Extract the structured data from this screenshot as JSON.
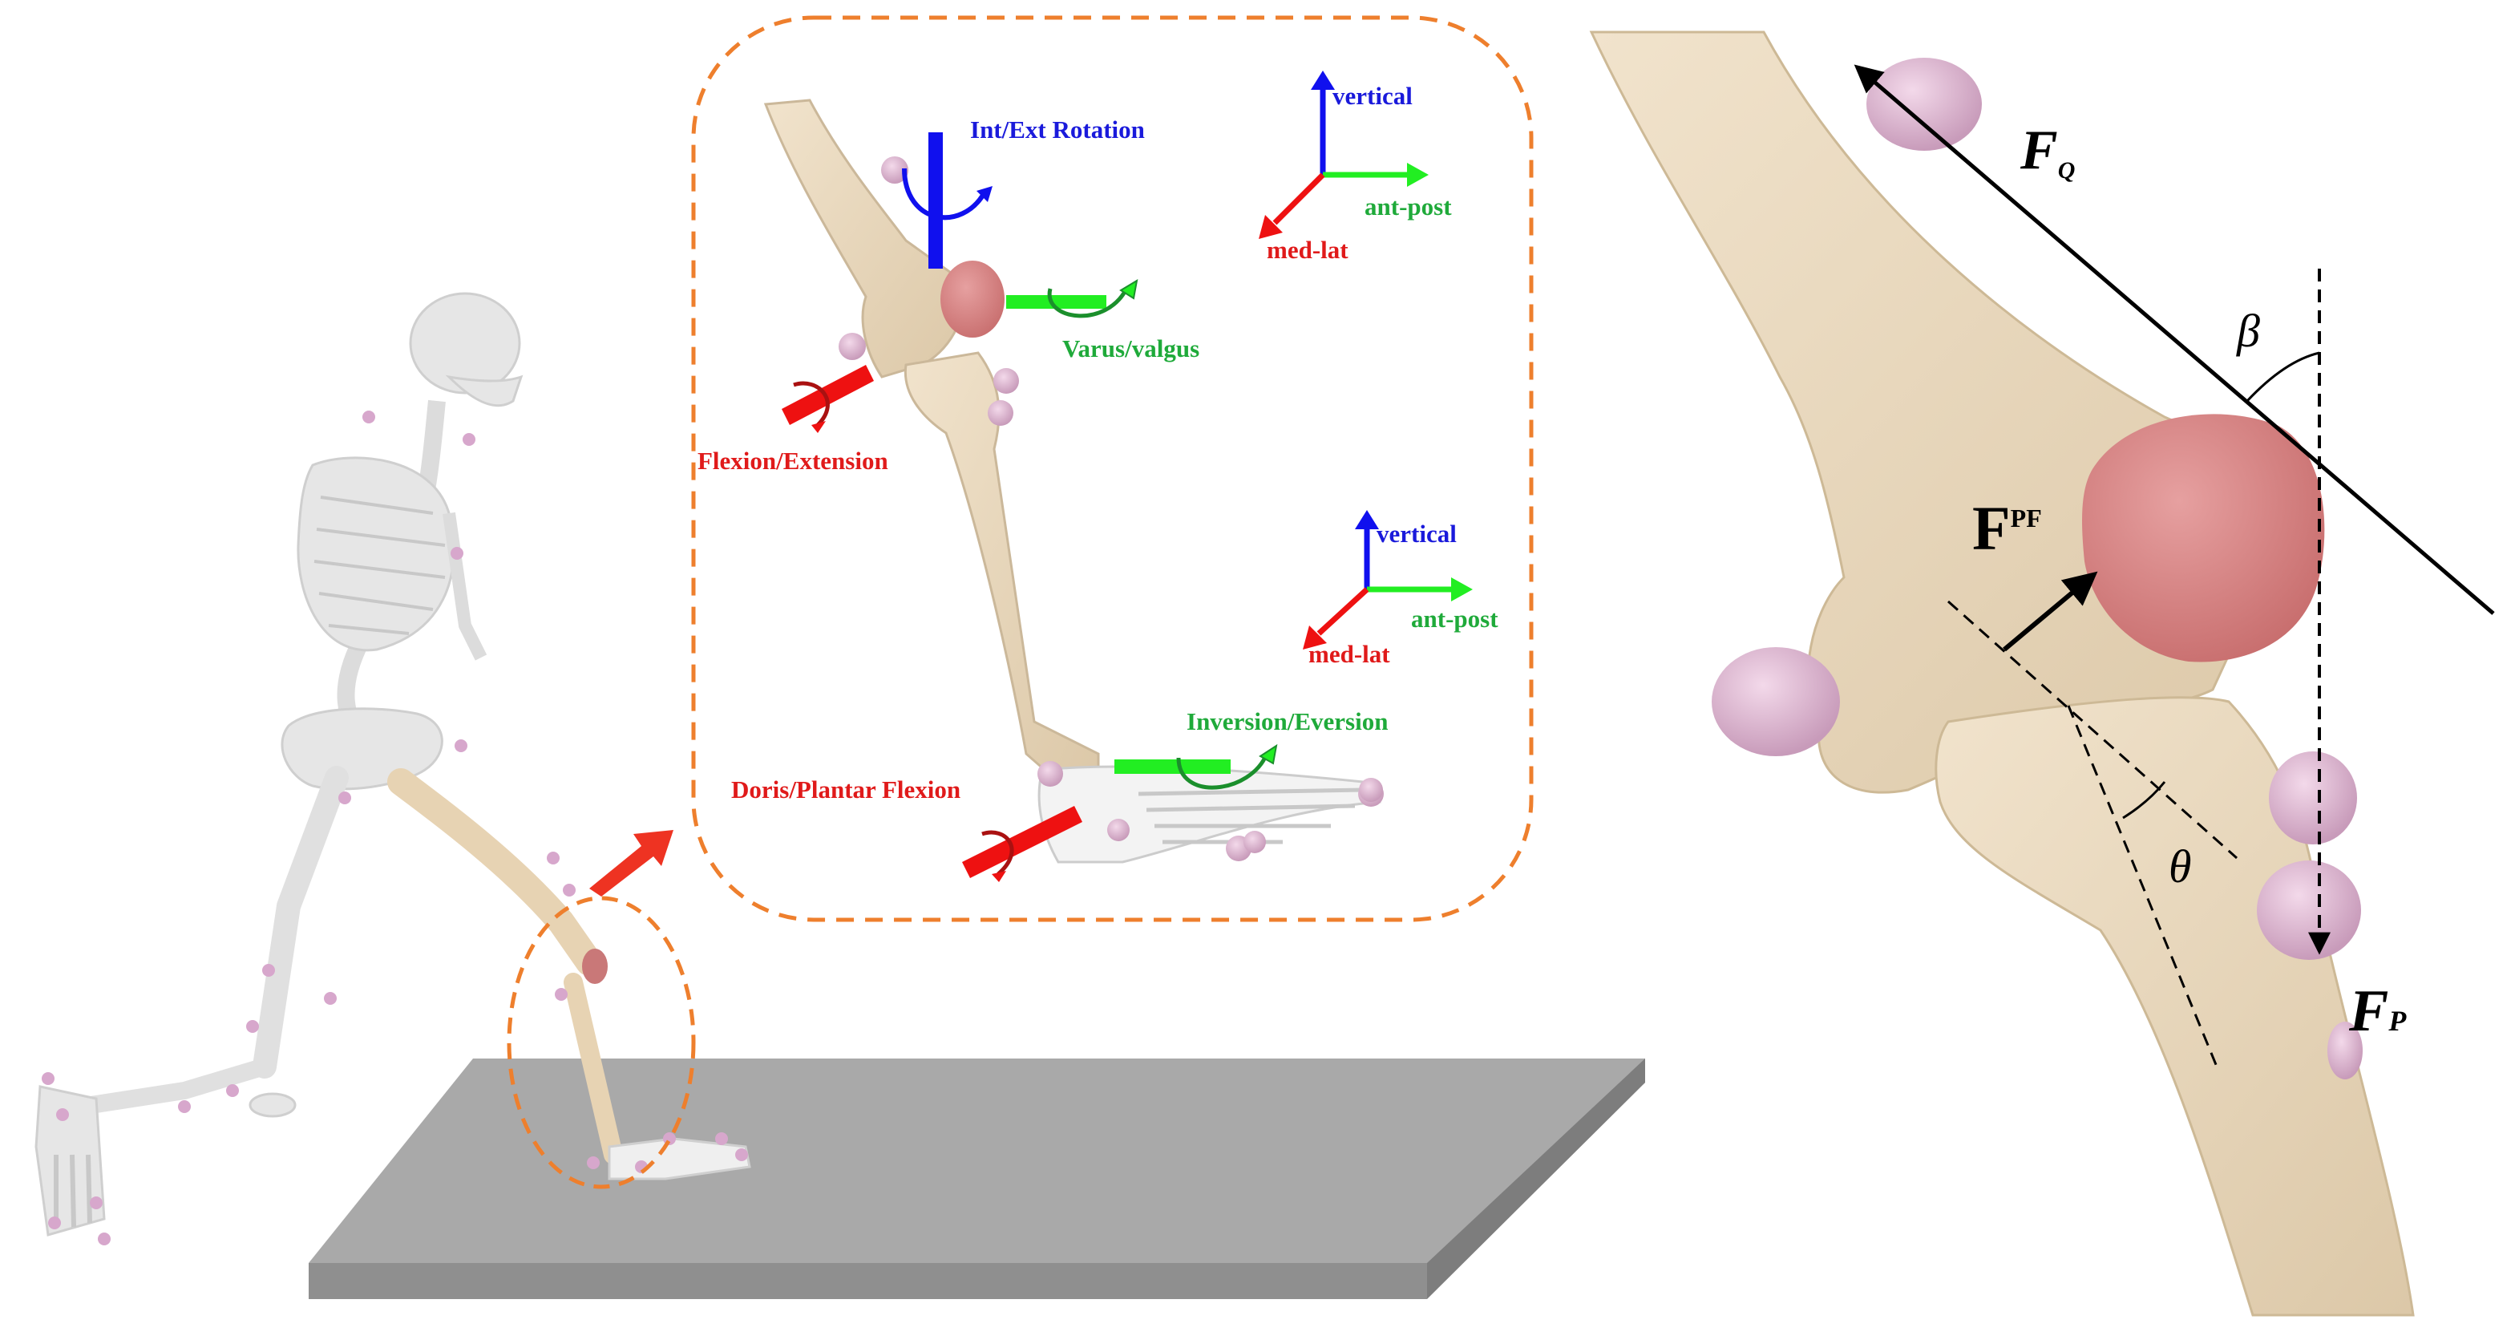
{
  "joint_view": {
    "rotation_labels": {
      "int_ext_rotation": "Int/Ext Rotation",
      "varus_valgus": "Varus/valgus",
      "flexion_extension": "Flexion/Extension",
      "inversion_eversion": "Inversion/Eversion",
      "doris_plantar_flexion": "Doris/Plantar Flexion"
    },
    "knee_axes": {
      "vertical": "vertical",
      "ant_post": "ant-post",
      "med_lat": "med-lat"
    },
    "ankle_axes": {
      "vertical": "vertical",
      "ant_post": "ant-post",
      "med_lat": "med-lat"
    }
  },
  "force_diagram": {
    "fq_main": "F",
    "fq_sub": "Q",
    "fpf_main": "F",
    "fpf_sub": "PF",
    "fp_main": "F",
    "fp_sub": "P",
    "beta": "β",
    "theta": "θ"
  },
  "colors": {
    "vertical_axis": "#1010ee",
    "ant_post_axis": "#22ee22",
    "med_lat_axis": "#ee1111",
    "int_ext_label": "#1a1adb",
    "varus_label": "#1faa3a",
    "flexion_label": "#e01a1a",
    "callout_dash": "#ee7f2d",
    "bone": "#ecdcc2",
    "patella": "#d98282",
    "marker": "#d9b3cf",
    "platform": "#a9a9a9"
  }
}
